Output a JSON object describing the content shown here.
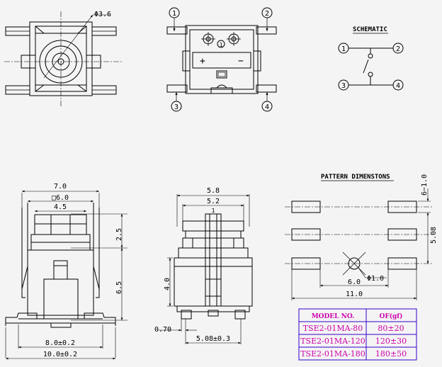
{
  "pins": [
    "1",
    "2",
    "3",
    "4"
  ],
  "top_view": {
    "diameter_label": "Φ3.6"
  },
  "terminal_view": {
    "plus": "+",
    "minus": "−",
    "center_pin": "1"
  },
  "schematic": {
    "title": "SCHEMATIC"
  },
  "pattern": {
    "title": "PATTERN DIMENSTONS",
    "dims": {
      "pad_height": "6−1.0",
      "row_pitch": "5.08",
      "pad_gap": "6.0",
      "hole": "Φ1.0",
      "overall": "11.0"
    }
  },
  "front_view": {
    "dims": {
      "width_outer": "7.0",
      "square": "□6.0",
      "inner": "4.5",
      "top_h": "2.5",
      "body_h": "6.5",
      "pin_span": "8.0±0.2",
      "overall": "10.0±0.2"
    }
  },
  "side_view": {
    "dims": {
      "width_outer": "5.8",
      "width_inner": "5.2",
      "center": "1",
      "height": "4.0",
      "pin": "0.70",
      "pitch": "5.08±0.3"
    }
  },
  "model_table": {
    "headers": [
      "MODEL NO.",
      "OF(gf)"
    ],
    "rows": [
      [
        "TSE2-01MA-80",
        "80±20"
      ],
      [
        "TSE2-01MA-120",
        "120±30"
      ],
      [
        "TSE2-01MA-180",
        "180±50"
      ]
    ]
  }
}
